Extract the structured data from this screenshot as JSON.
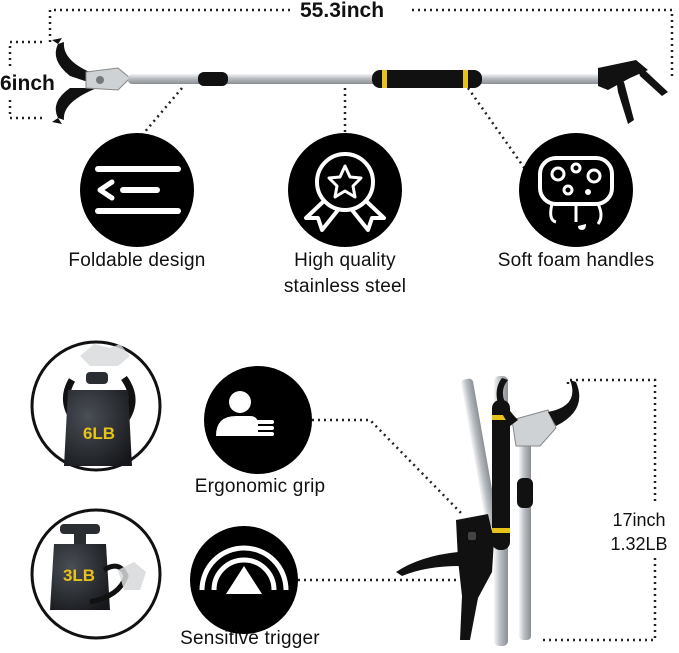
{
  "dimensions": {
    "length": "55.3inch",
    "jaw_width": "6inch",
    "folded_length": "17inch",
    "weight": "1.32LB"
  },
  "features": {
    "foldable": "Foldable design",
    "quality_line1": "High quality",
    "quality_line2": "stainless steel",
    "foam": "Soft foam handles",
    "grip": "Ergonomic grip",
    "trigger": "Sensitive trigger"
  },
  "loads": {
    "heavy": "6LB",
    "light": "3LB"
  },
  "colors": {
    "accent": "#e8c21c",
    "icon_bg": "#000000",
    "shaft": "#b8bcc0"
  }
}
